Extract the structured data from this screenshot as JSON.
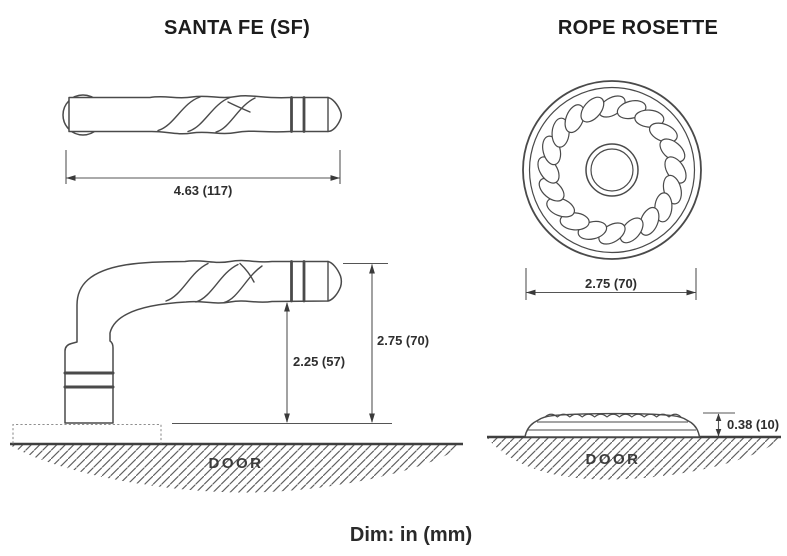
{
  "drawing": {
    "santa_fe": {
      "title": "SANTA FE (SF)",
      "length": "4.63 (117)",
      "grip_height": "2.25 (57)",
      "overall_height": "2.75 (70)",
      "door_label": "DOOR"
    },
    "rope_rosette": {
      "title": "ROPE ROSETTE",
      "diameter": "2.75 (70)",
      "thickness": "0.38 (10)",
      "door_label": "DOOR"
    },
    "units_note": "Dim: in (mm)",
    "colors": {
      "line": "#4a4a4a",
      "dimension_line": "#555555",
      "text": "#222222",
      "background": "#ffffff"
    }
  }
}
